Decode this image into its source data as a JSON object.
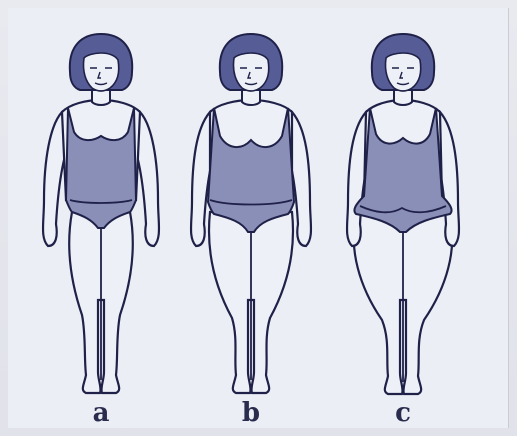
{
  "figures": [
    {
      "label": "a"
    },
    {
      "label": "b"
    },
    {
      "label": "c"
    }
  ],
  "colors": {
    "paper": "#e6e7ee",
    "ink": "#1f2148",
    "suit": "#8a8fb8",
    "hair": "#565c96",
    "skin": "#eef0f7"
  }
}
